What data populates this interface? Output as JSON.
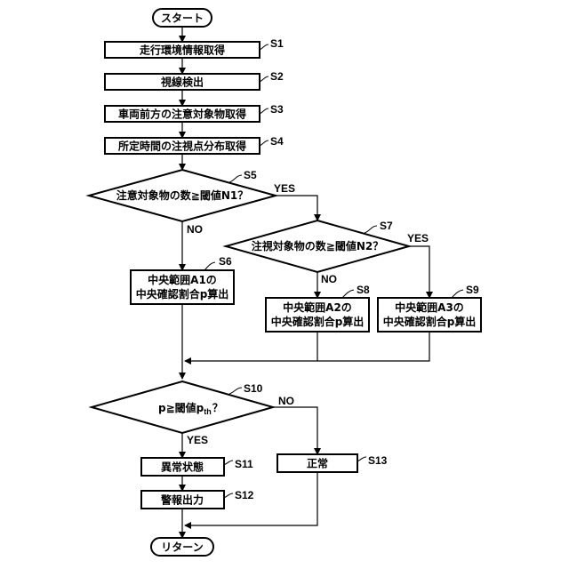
{
  "terminals": {
    "start": "スタート",
    "end": "リターン"
  },
  "steps": {
    "s1": {
      "id": "S1",
      "text": "走行環境情報取得"
    },
    "s2": {
      "id": "S2",
      "text": "視線検出"
    },
    "s3": {
      "id": "S3",
      "text": "車両前方の注意対象物取得"
    },
    "s4": {
      "id": "S4",
      "text": "所定時間の注視点分布取得"
    },
    "s5": {
      "id": "S5",
      "text": "注意対象物の数≧閾値N1？"
    },
    "s6": {
      "id": "S6",
      "line1": "中央範囲A1の",
      "line2": "中央確認割合p算出"
    },
    "s7": {
      "id": "S7",
      "text": "注視対象物の数≧閾値N2？"
    },
    "s8": {
      "id": "S8",
      "line1": "中央範囲A2の",
      "line2": "中央確認割合p算出"
    },
    "s9": {
      "id": "S9",
      "line1": "中央範囲A3の",
      "line2": "中央確認割合p算出"
    },
    "s10": {
      "id": "S10",
      "text_main": "p≧閾値p",
      "text_sub": "th",
      "text_end": "？"
    },
    "s11": {
      "id": "S11",
      "text": "異常状態"
    },
    "s12": {
      "id": "S12",
      "text": "警報出力"
    },
    "s13": {
      "id": "S13",
      "text": "正常"
    }
  },
  "branches": {
    "s5_yes": "YES",
    "s5_no": "NO",
    "s7_yes": "YES",
    "s7_no": "NO",
    "s10_yes": "YES",
    "s10_no": "NO"
  }
}
